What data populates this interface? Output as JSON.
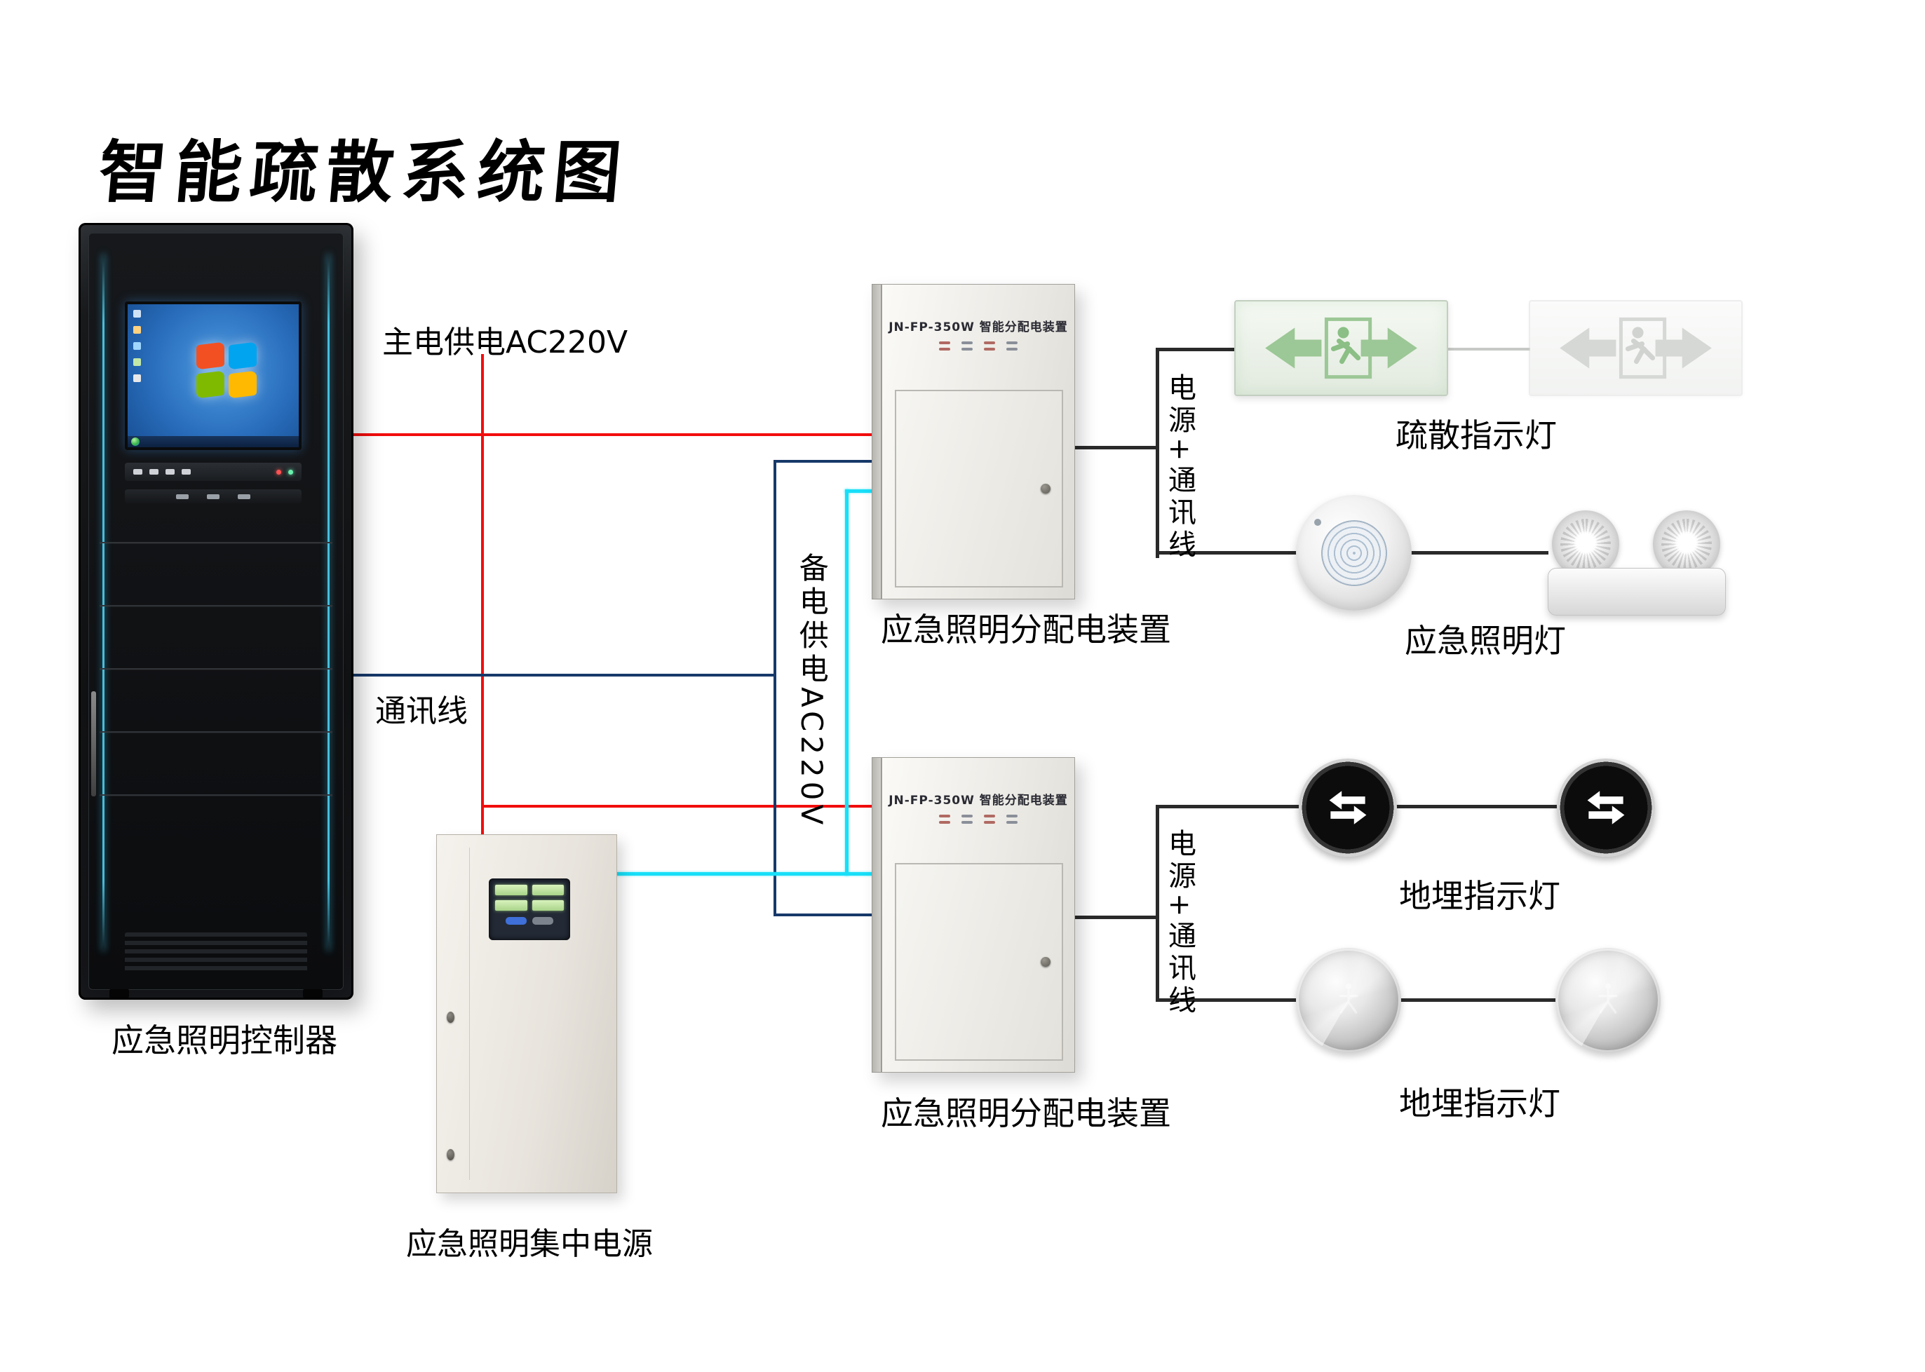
{
  "title": "智能疏散系统图",
  "colors": {
    "main_power_red": "#f20d0d",
    "comm_navy": "#17396a",
    "backup_cyan": "#18dff8",
    "device_dark": "#2a2a2a"
  },
  "wires": {
    "main_power_label": "主电供电AC220V",
    "comm_label": "通讯线",
    "backup_power_label": "备电供电AC220V",
    "power_comm_top_label": "电源+通讯线",
    "power_comm_bottom_label": "电源+通讯线"
  },
  "devices": {
    "controller_label": "应急照明控制器",
    "central_power_label": "应急照明集中电源",
    "dist_box_1_label": "应急照明分配电装置",
    "dist_box_2_label": "应急照明分配电装置",
    "dist_box_model": "JN-FP-350W 智能分配电装置",
    "exit_sign_label": "疏散指示灯",
    "emergency_light_label": "应急照明灯",
    "buried_light_top_label": "地埋指示灯",
    "buried_light_bottom_label": "地埋指示灯"
  }
}
